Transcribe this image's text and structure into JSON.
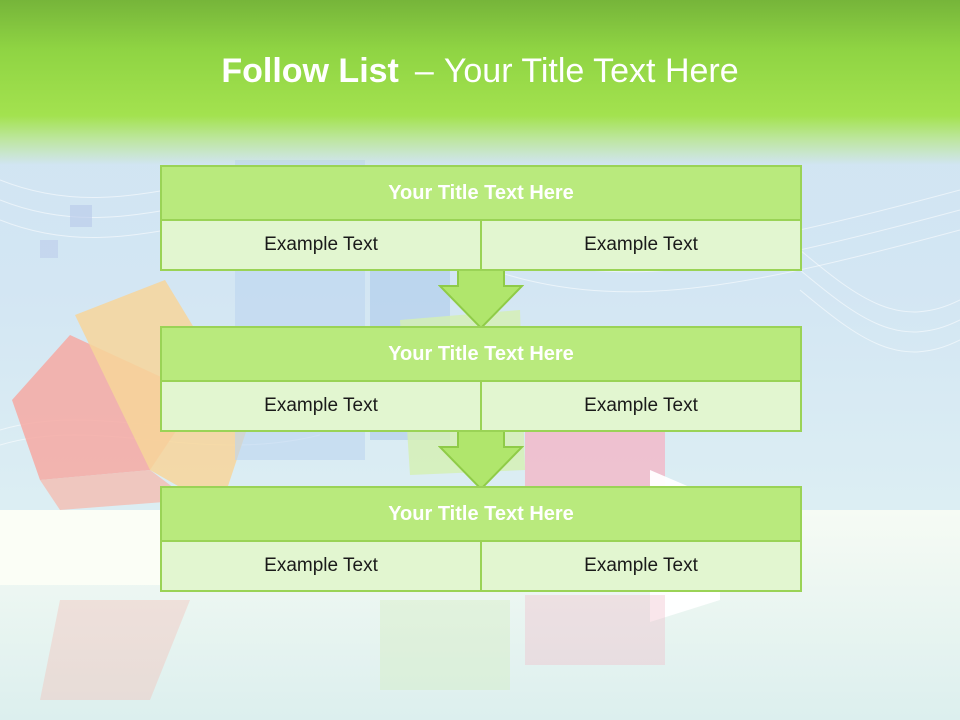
{
  "slide": {
    "title_bold": "Follow List",
    "title_dash": "–",
    "title_rest": "Your Title Text Here"
  },
  "steps": [
    {
      "title": "Your Title Text Here",
      "left": "Example Text",
      "right": "Example Text"
    },
    {
      "title": "Your Title Text Here",
      "left": "Example Text",
      "right": "Example Text"
    },
    {
      "title": "Your Title Text Here",
      "left": "Example Text",
      "right": "Example Text"
    }
  ],
  "colors": {
    "header_green": "#8fd443",
    "box_head": "#b9ea7d",
    "box_cell": "#e2f6d0",
    "box_border": "#9ad356"
  }
}
